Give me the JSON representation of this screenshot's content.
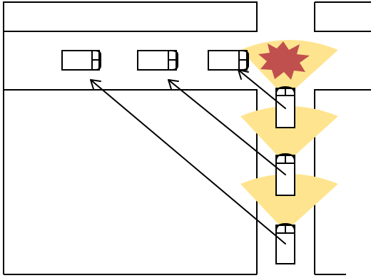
{
  "scene": {
    "kind": "road-intersection-diagram",
    "colors": {
      "background": "#ffffff",
      "road_outline": "#000000",
      "sensor_cone": "#ffe48f",
      "collision_burst": "#c0504d",
      "vehicle_outline": "#000000"
    },
    "icons": {
      "collision": "collision-burst-icon",
      "vehicle": "car-icon",
      "arrow": "trajectory-arrow-icon"
    },
    "counts": {
      "vehicles_horizontal_road": 3,
      "vehicles_vertical_road": 3,
      "sensor_cones": 3,
      "trajectory_arrows": 3
    }
  }
}
